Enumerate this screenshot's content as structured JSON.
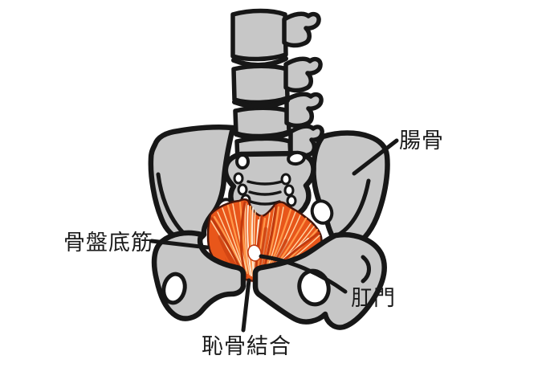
{
  "colors": {
    "background": "#ffffff",
    "bone": "#c7c7c7",
    "outline": "#171717",
    "white": "#ffffff",
    "muscle_base": "#e8561a",
    "muscle_mid": "#f0741f",
    "muscle_dark": "#c23a0e",
    "muscle_edge": "#47150a",
    "fiber_bright": "#ff9a4c",
    "fiber_light": "#ffd2a0",
    "fiber_white": "#fff2e0",
    "label": "#1b1b1b"
  },
  "labels": {
    "ilium": "腸骨",
    "pelvic_floor": "骨盤底筋",
    "anus": "肛門",
    "pubic_symphysis": "恥骨結合"
  }
}
